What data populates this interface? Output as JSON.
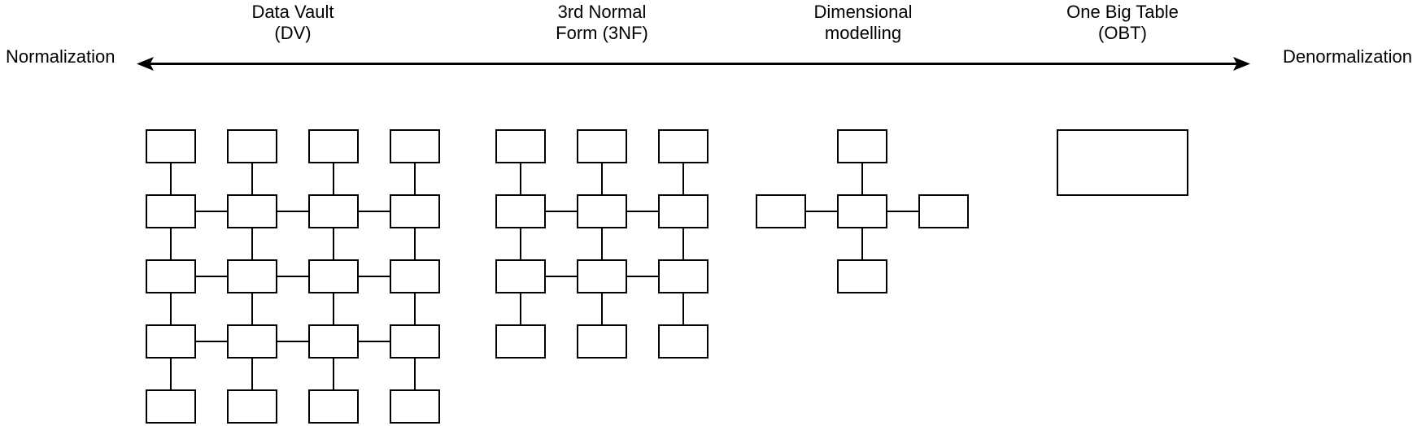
{
  "axis": {
    "left_label": "Normalization",
    "right_label": "Denormalization"
  },
  "groups": [
    {
      "name": "data-vault",
      "title_line1": "Data Vault",
      "title_line2": "(DV)"
    },
    {
      "name": "third-normal-form",
      "title_line1": "3rd Normal",
      "title_line2": "Form (3NF)"
    },
    {
      "name": "dimensional-modelling",
      "title_line1": "Dimensional",
      "title_line2": "modelling"
    },
    {
      "name": "one-big-table",
      "title_line1": "One Big Table",
      "title_line2": "(OBT)"
    }
  ],
  "colors": {
    "stroke": "#000000",
    "fill": "#ffffff",
    "text": "#000000"
  },
  "diagram": {
    "box_stroke_width": 2,
    "link_stroke_width": 2,
    "groups": [
      {
        "name": "data-vault",
        "boxes": [
          [
            180,
            160,
            60,
            40
          ],
          [
            280,
            160,
            60,
            40
          ],
          [
            380,
            160,
            60,
            40
          ],
          [
            480,
            160,
            60,
            40
          ],
          [
            180,
            240,
            60,
            40
          ],
          [
            280,
            240,
            60,
            40
          ],
          [
            380,
            240,
            60,
            40
          ],
          [
            480,
            240,
            60,
            40
          ],
          [
            180,
            320,
            60,
            40
          ],
          [
            280,
            320,
            60,
            40
          ],
          [
            380,
            320,
            60,
            40
          ],
          [
            480,
            320,
            60,
            40
          ],
          [
            180,
            400,
            60,
            40
          ],
          [
            280,
            400,
            60,
            40
          ],
          [
            380,
            400,
            60,
            40
          ],
          [
            480,
            400,
            60,
            40
          ],
          [
            180,
            480,
            60,
            40
          ],
          [
            280,
            480,
            60,
            40
          ],
          [
            380,
            480,
            60,
            40
          ],
          [
            480,
            480,
            60,
            40
          ]
        ],
        "links": [
          [
            210,
            200,
            210,
            240
          ],
          [
            310,
            200,
            310,
            240
          ],
          [
            410,
            200,
            410,
            240
          ],
          [
            510,
            200,
            510,
            240
          ],
          [
            210,
            280,
            210,
            320
          ],
          [
            310,
            280,
            310,
            320
          ],
          [
            410,
            280,
            410,
            320
          ],
          [
            510,
            280,
            510,
            320
          ],
          [
            210,
            360,
            210,
            400
          ],
          [
            310,
            360,
            310,
            400
          ],
          [
            410,
            360,
            410,
            400
          ],
          [
            510,
            360,
            510,
            400
          ],
          [
            210,
            440,
            210,
            480
          ],
          [
            310,
            440,
            310,
            480
          ],
          [
            410,
            440,
            410,
            480
          ],
          [
            510,
            440,
            510,
            480
          ],
          [
            240,
            260,
            280,
            260
          ],
          [
            340,
            260,
            380,
            260
          ],
          [
            440,
            260,
            480,
            260
          ],
          [
            240,
            340,
            280,
            340
          ],
          [
            340,
            340,
            380,
            340
          ],
          [
            440,
            340,
            480,
            340
          ],
          [
            240,
            420,
            280,
            420
          ],
          [
            340,
            420,
            380,
            420
          ],
          [
            440,
            420,
            480,
            420
          ]
        ]
      },
      {
        "name": "third-normal-form",
        "boxes": [
          [
            610,
            160,
            60,
            40
          ],
          [
            710,
            160,
            60,
            40
          ],
          [
            810,
            160,
            60,
            40
          ],
          [
            610,
            240,
            60,
            40
          ],
          [
            710,
            240,
            60,
            40
          ],
          [
            810,
            240,
            60,
            40
          ],
          [
            610,
            320,
            60,
            40
          ],
          [
            710,
            320,
            60,
            40
          ],
          [
            810,
            320,
            60,
            40
          ],
          [
            610,
            400,
            60,
            40
          ],
          [
            710,
            400,
            60,
            40
          ],
          [
            810,
            400,
            60,
            40
          ]
        ],
        "links": [
          [
            640,
            200,
            640,
            240
          ],
          [
            740,
            200,
            740,
            240
          ],
          [
            840,
            200,
            840,
            240
          ],
          [
            640,
            280,
            640,
            320
          ],
          [
            740,
            280,
            740,
            320
          ],
          [
            840,
            280,
            840,
            320
          ],
          [
            640,
            360,
            640,
            400
          ],
          [
            740,
            360,
            740,
            400
          ],
          [
            840,
            360,
            840,
            400
          ],
          [
            670,
            260,
            710,
            260
          ],
          [
            770,
            260,
            810,
            260
          ],
          [
            670,
            340,
            710,
            340
          ],
          [
            770,
            340,
            810,
            340
          ]
        ]
      },
      {
        "name": "dimensional-modelling",
        "boxes": [
          [
            1030,
            160,
            60,
            40
          ],
          [
            930,
            240,
            60,
            40
          ],
          [
            1030,
            240,
            60,
            40
          ],
          [
            1130,
            240,
            60,
            40
          ],
          [
            1030,
            320,
            60,
            40
          ]
        ],
        "links": [
          [
            1060,
            200,
            1060,
            240
          ],
          [
            990,
            260,
            1030,
            260
          ],
          [
            1090,
            260,
            1130,
            260
          ],
          [
            1060,
            280,
            1060,
            320
          ]
        ]
      },
      {
        "name": "one-big-table",
        "boxes": [
          [
            1300,
            160,
            160,
            80
          ]
        ],
        "links": []
      }
    ]
  }
}
